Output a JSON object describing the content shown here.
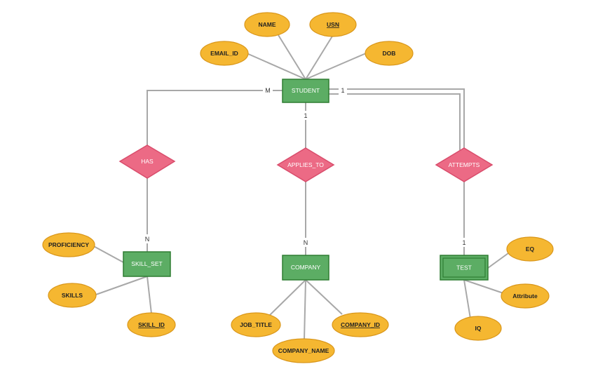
{
  "colors": {
    "entity": "#5cad64",
    "entity_stroke": "#2e7d32",
    "relationship": "#ec6a85",
    "relationship_stroke": "#d94d6c",
    "attribute": "#f5b731",
    "attribute_stroke": "#d9961a",
    "line": "#a8a8a8"
  },
  "entities": {
    "student": "STUDENT",
    "skill_set": "SKILL_SET",
    "company": "COMPANY",
    "test": "TEST"
  },
  "relationships": {
    "has": "HAS",
    "applies_to": "APPLIES_TO",
    "attempts": "ATTEMPTS"
  },
  "attributes": {
    "name": "NAME",
    "usn": "USN",
    "email_id": "EMAIL_ID",
    "dob": "DOB",
    "proficiency": "PROFICIENCY",
    "skills": "SKILLS",
    "skill_id": "SKILL_ID",
    "job_title": "JOB_TITLE",
    "company_id": "COMPANY_ID",
    "company_name": "COMPANY_NAME",
    "eq": "EQ",
    "attribute": "Attribute",
    "iq": "IQ"
  },
  "cardinalities": {
    "student_has": "M",
    "skillset_has": "N",
    "student_applies": "1",
    "company_applies": "N",
    "student_attempts": "1",
    "test_attempts": "1"
  }
}
